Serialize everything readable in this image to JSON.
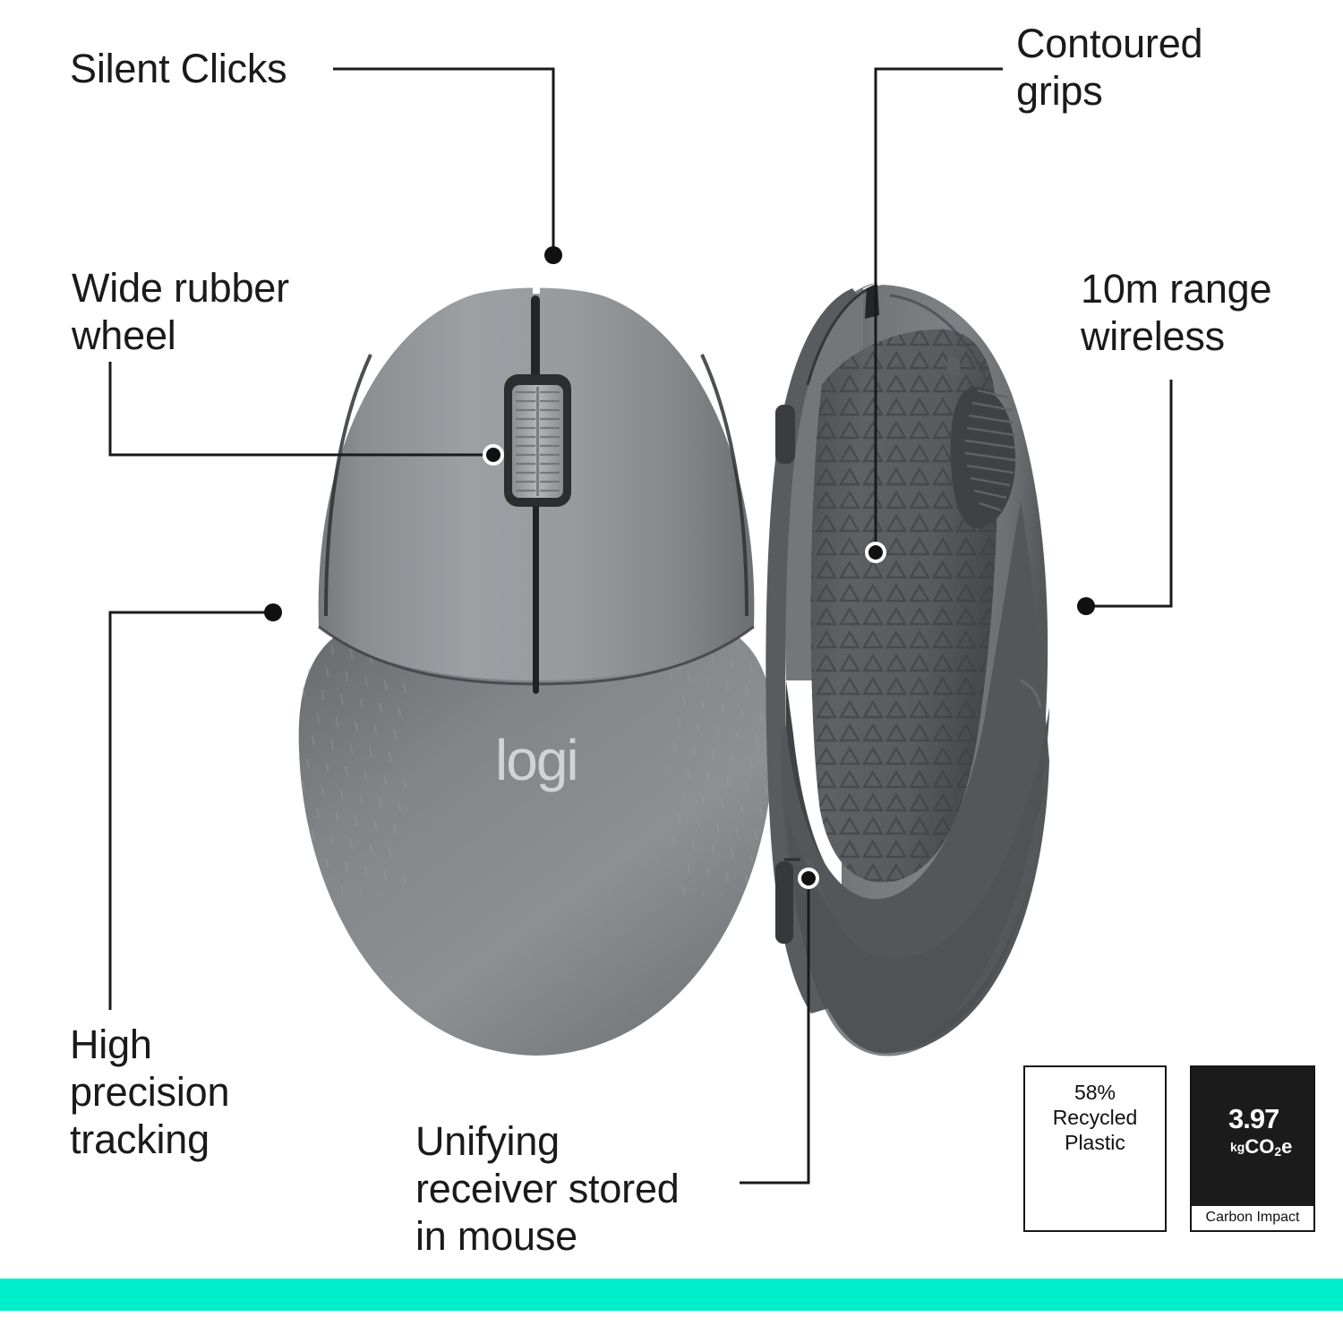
{
  "callouts": [
    {
      "id": "silent-clicks",
      "text": "Silent Clicks"
    },
    {
      "id": "wide-rubber-wheel",
      "text": "Wide rubber\nwheel"
    },
    {
      "id": "high-precision",
      "text": "High\nprecision\ntracking"
    },
    {
      "id": "contoured-grips",
      "text": "Contoured\ngrips"
    },
    {
      "id": "range-wireless",
      "text": "10m range\nwireless"
    },
    {
      "id": "unifying-receiver",
      "text": "Unifying\nreceiver stored\nin mouse"
    }
  ],
  "brand": {
    "wordmark": "logi"
  },
  "badges": {
    "recycled": {
      "label": "58%\nRecycled\nPlastic",
      "icon": "recycle-loop-icon"
    },
    "carbon": {
      "value": "3.97",
      "unit_prefix": "kg",
      "unit_main": "CO",
      "unit_sub": "2",
      "unit_suffix": "e",
      "caption": "Carbon Impact",
      "icon": "carbon-c-arrow-icon"
    }
  },
  "colors": {
    "accent_bar": "#00EFCB",
    "text": "#1a1a1a",
    "mouse_top_light": "#9a9da0",
    "mouse_top_mid": "#85888b",
    "mouse_top_dark": "#6e7174",
    "mouse_side_light": "#6f7275",
    "mouse_side_dark": "#4a4d50",
    "wheel_grey": "#9a9ea1",
    "wheel_housing": "#2a2c2e"
  },
  "views": {
    "top_view": "mouse-top-view",
    "side_view": "mouse-side-view"
  }
}
